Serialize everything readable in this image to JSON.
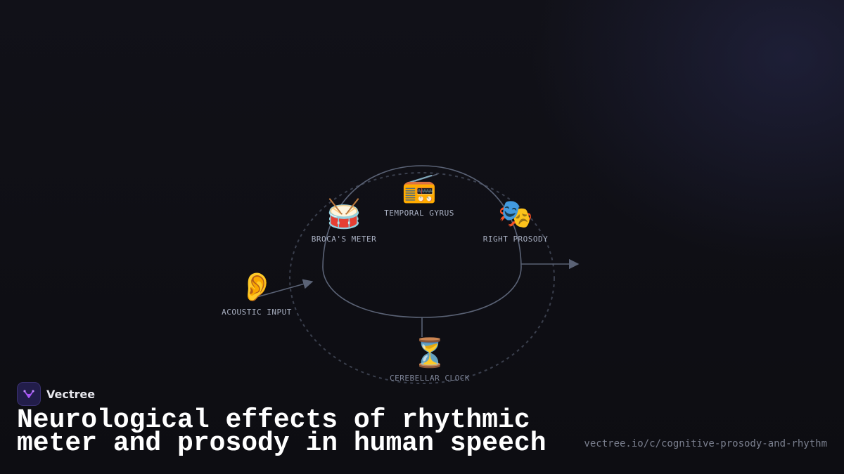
{
  "brand": {
    "name": "Vectree",
    "logo_icon": "tree-branch-icon",
    "accent": "#a855f7"
  },
  "title": "Neurological effects of rhythmic meter and prosody in human speech",
  "url": "vectree.io/c/cognitive-prosody-and-rhythm",
  "diagram": {
    "nodes": [
      {
        "id": "acoustic",
        "label": "ACOUSTIC INPUT",
        "icon": "👂",
        "icon_name": "ear-icon"
      },
      {
        "id": "broca",
        "label": "BROCA'S METER",
        "icon": "🥁",
        "icon_name": "drum-icon"
      },
      {
        "id": "temporal",
        "label": "TEMPORAL GYRUS",
        "icon": "📻",
        "icon_name": "radio-icon"
      },
      {
        "id": "prosody",
        "label": "RIGHT PROSODY",
        "icon": "🎭",
        "icon_name": "theater-masks-icon"
      },
      {
        "id": "cerebellar",
        "label": "CEREBELLAR CLOCK",
        "icon": "⏳",
        "icon_name": "hourglass-icon"
      }
    ],
    "colors": {
      "line": "#5a6275",
      "dashed": "#3a3f4d",
      "label": "#a9b0c2"
    }
  }
}
